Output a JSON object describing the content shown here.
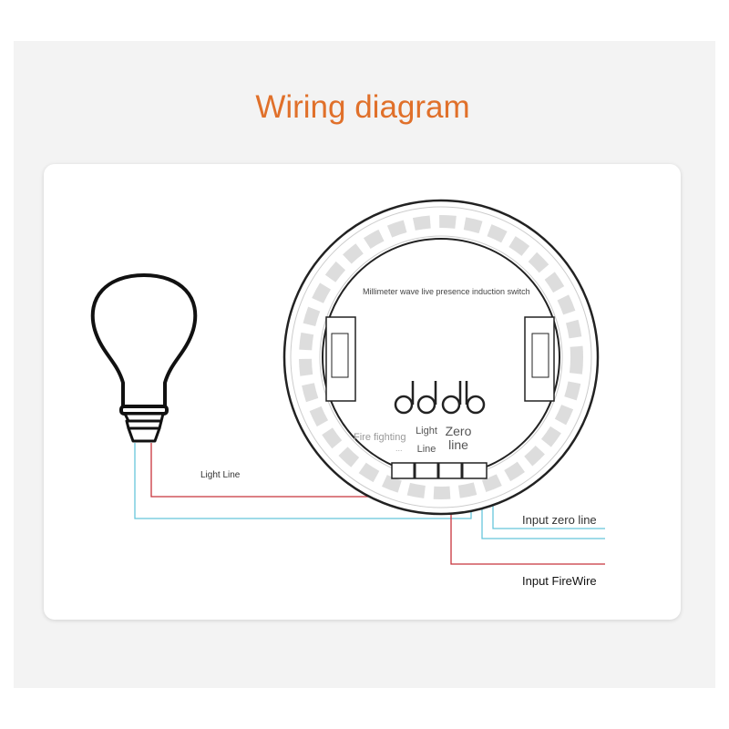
{
  "title": "Wiring diagram",
  "device": {
    "name": "Millimeter wave live presence induction switch",
    "terminals": {
      "fire_fighting": "Fire fighting",
      "fire_fighting_marker": "...",
      "light_line": "Light Line",
      "zero_line": "Zero line"
    }
  },
  "wires": {
    "light_line": "Light Line",
    "input_zero_line": "Input zero line",
    "input_firewire": "Input FireWire"
  },
  "colors": {
    "title": "#e0702a",
    "live_wire": "#c8343c",
    "neutral_wire": "#66c5db"
  },
  "icons": [
    "light-bulb-icon",
    "switch-device-icon"
  ]
}
